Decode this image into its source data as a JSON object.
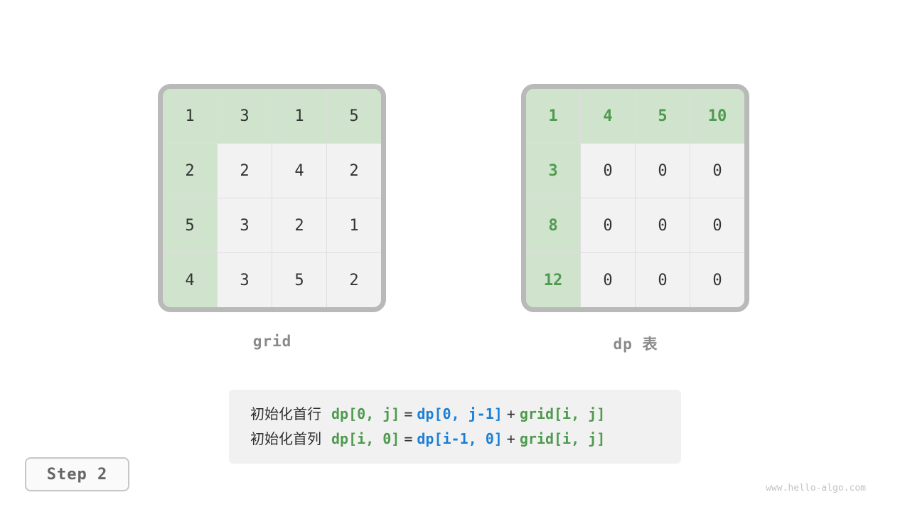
{
  "page": {
    "step_label": "Step 2",
    "watermark": "www.hello-algo.com"
  },
  "grid_table": {
    "label": "grid",
    "rows": [
      [
        "1",
        "3",
        "1",
        "5"
      ],
      [
        "2",
        "2",
        "4",
        "2"
      ],
      [
        "5",
        "3",
        "2",
        "1"
      ],
      [
        "4",
        "3",
        "5",
        "2"
      ]
    ]
  },
  "dp_table": {
    "label": "dp 表",
    "rows": [
      [
        "1",
        "4",
        "5",
        "10"
      ],
      [
        "3",
        "0",
        "0",
        "0"
      ],
      [
        "8",
        "0",
        "0",
        "0"
      ],
      [
        "12",
        "0",
        "0",
        "0"
      ]
    ]
  },
  "formula": {
    "lines": [
      {
        "prefix": "初始化首行",
        "lhs": "dp[0, j]",
        "eq": "=",
        "rhs1": "dp[0, j-1]",
        "plus": "+",
        "rhs2": "grid[i, j]"
      },
      {
        "prefix": "初始化首列",
        "lhs": "dp[i, 0]",
        "eq": "=",
        "rhs1": "dp[i-1, 0]",
        "plus": "+",
        "rhs2": "grid[i, j]"
      }
    ]
  },
  "colors": {
    "cell_green_bg": "#cfe3cd",
    "cell_gray_bg": "#f2f2f2",
    "green_text": "#4e9a4e",
    "blue_text": "#1b7fd4",
    "frame_border": "#b9b9b9"
  }
}
